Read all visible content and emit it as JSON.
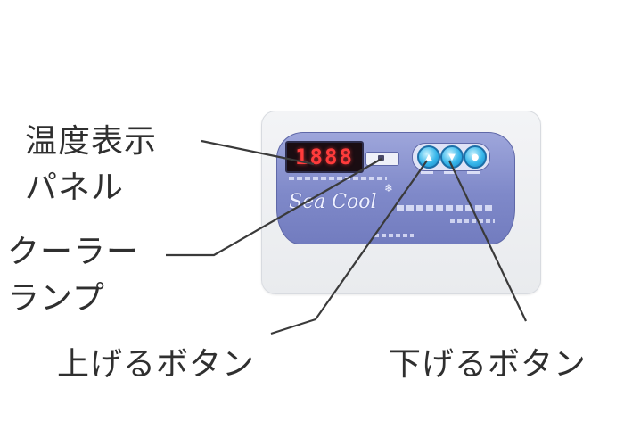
{
  "labels": {
    "temp_panel_line1": "温度表示",
    "temp_panel_line2": "パネル",
    "cooler_lamp_line1": "クーラー",
    "cooler_lamp_line2": "ランプ",
    "up_button": "上げるボタン",
    "down_button": "下げるボタン"
  },
  "device": {
    "display_value": "1888",
    "brand": "Sea Cool"
  },
  "icons": {
    "cooler_lamp": "snowflake-icon",
    "up_button": "up-arrow-icon",
    "down_button": "down-arrow-icon",
    "set_button": "set-icon"
  },
  "colors": {
    "panel_blue": "#7f89c9",
    "button_cyan": "#36b6ea",
    "display_red": "#ff3b3b",
    "label_text": "#2f2f2f"
  }
}
